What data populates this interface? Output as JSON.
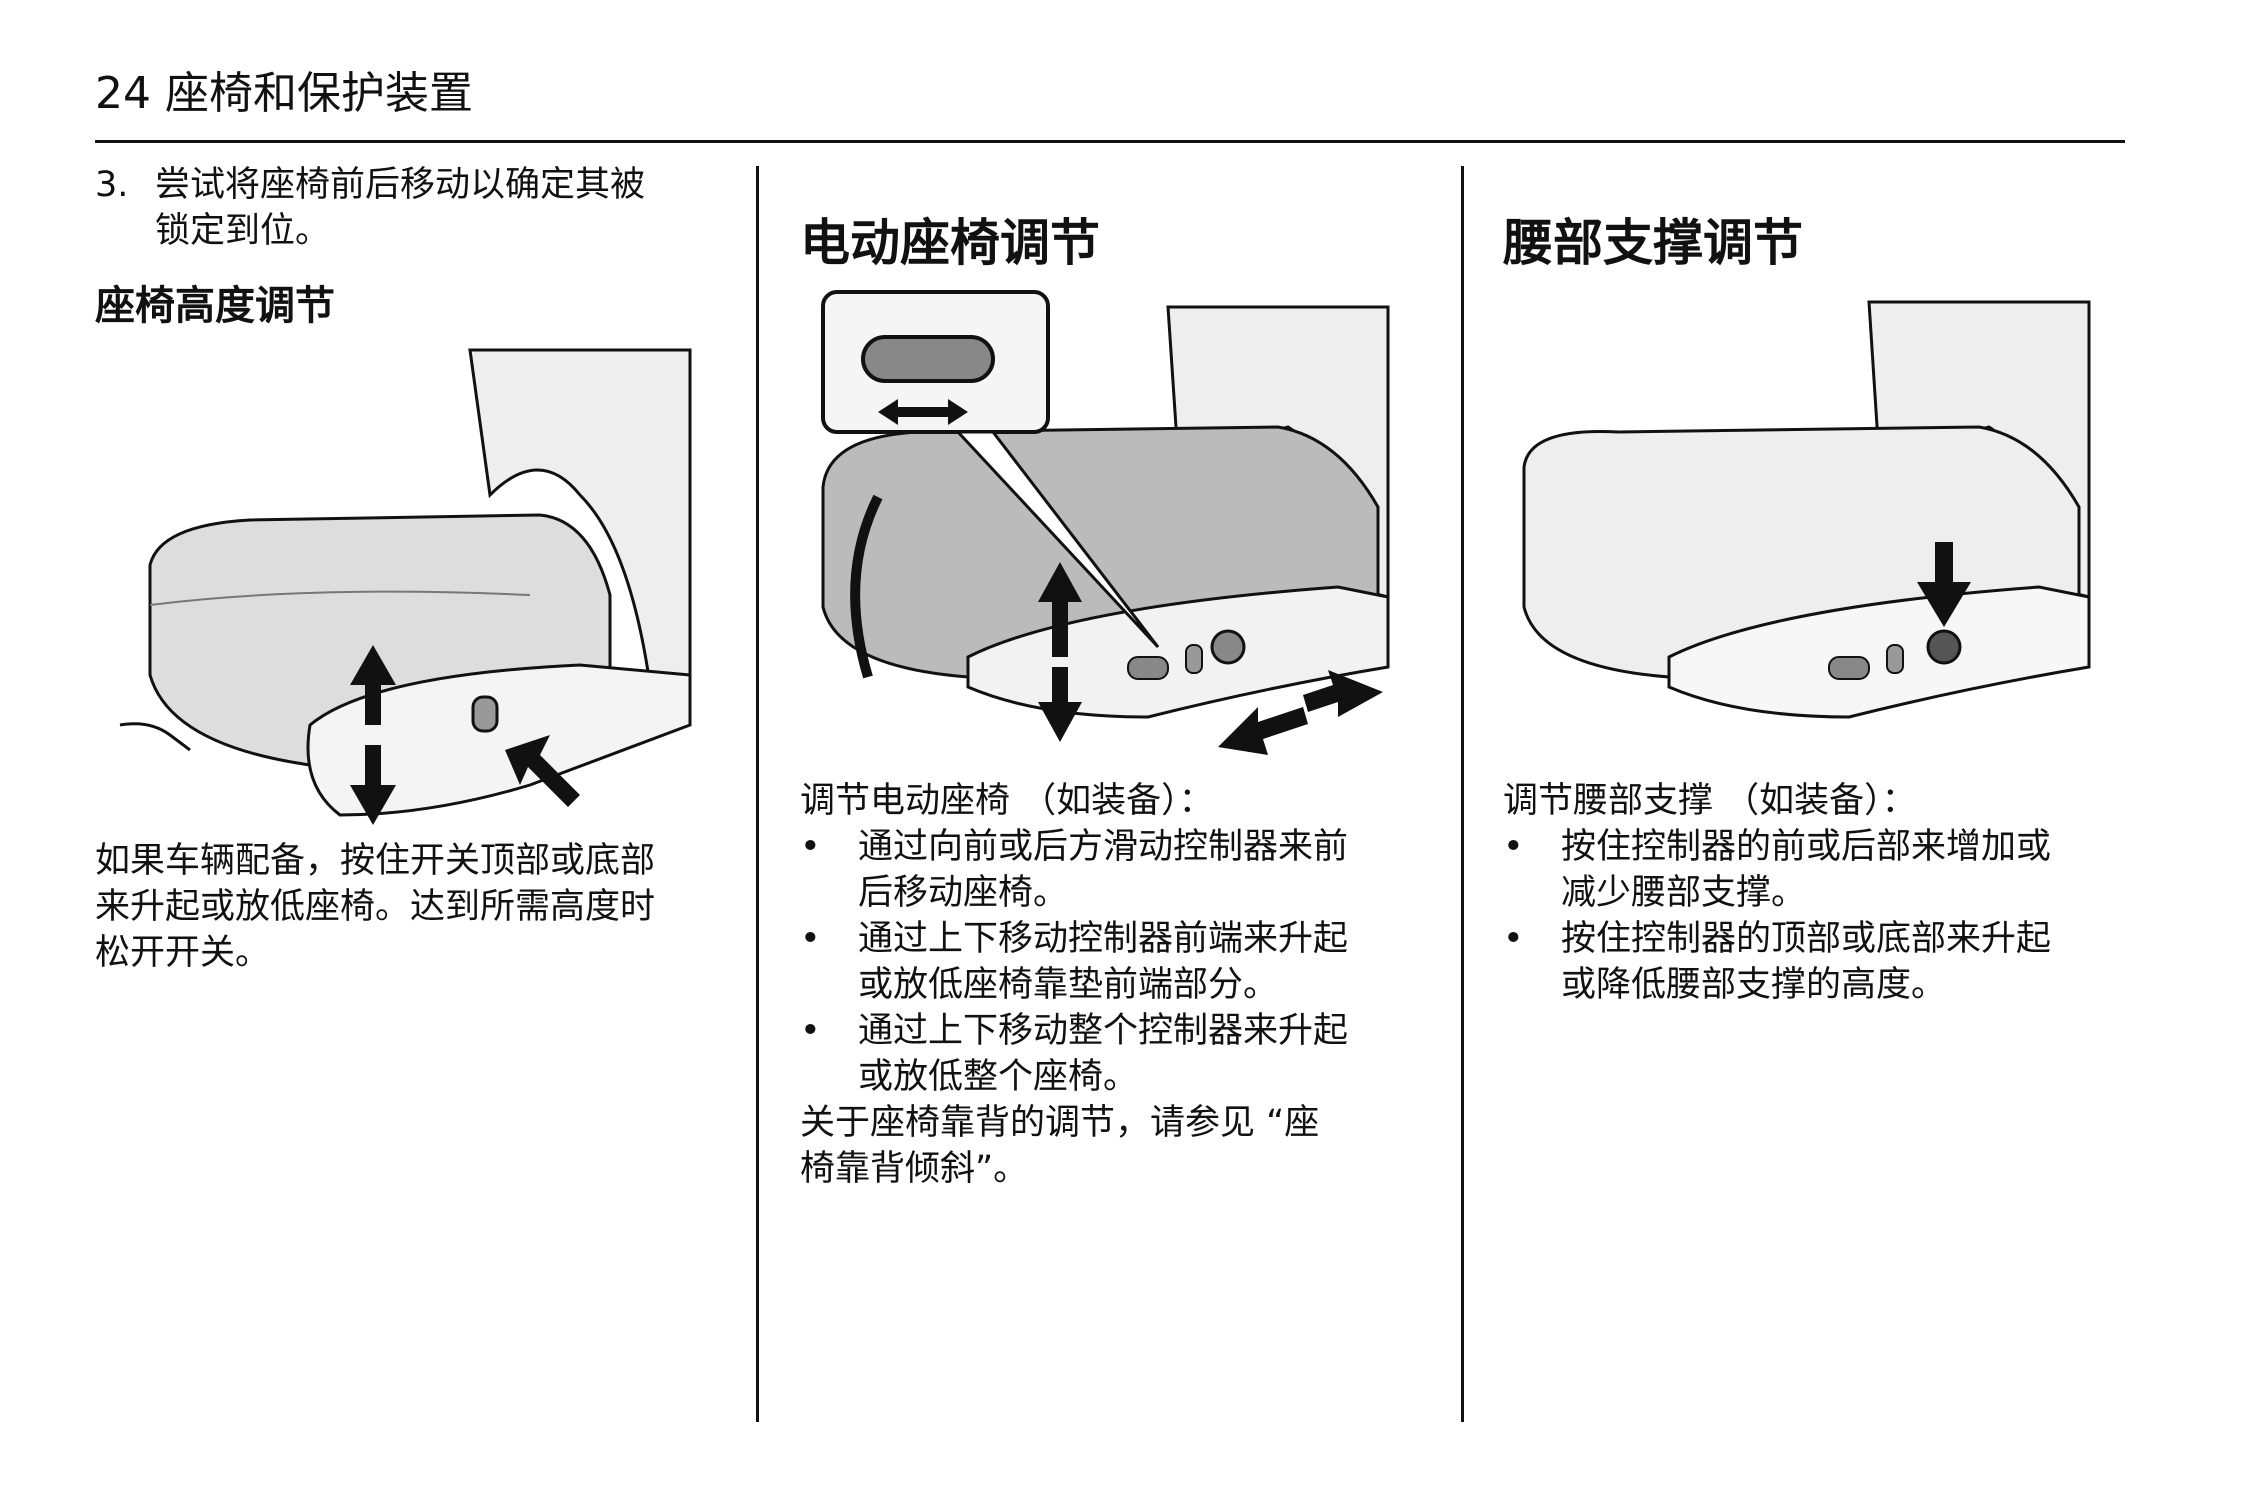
{
  "header": {
    "page_number": "24",
    "section_title": "座椅和保护装置"
  },
  "col1": {
    "step_number": "3.",
    "step_text_line1": "尝试将座椅前后移动以确定其被",
    "step_text_line2": "锁定到位。",
    "heading": "座椅高度调节",
    "paragraph_lines": [
      "如果车辆配备，按住开关顶部或底部",
      "来升起或放低座椅。达到所需高度时",
      "松开开关。"
    ]
  },
  "col2": {
    "heading": "电动座椅调节",
    "intro": "调节电动座椅 （如装备）：",
    "bullets": [
      {
        "l1": "通过向前或后方滑动控制器来前",
        "l2": "后移动座椅。"
      },
      {
        "l1": "通过上下移动控制器前端来升起",
        "l2": "或放低座椅靠垫前端部分。"
      },
      {
        "l1": "通过上下移动整个控制器来升起",
        "l2": "或放低整个座椅。"
      }
    ],
    "note_lines": [
      "关于座椅靠背的调节，请参见  “座",
      "椅靠背倾斜”。"
    ]
  },
  "col3": {
    "heading": "腰部支撑调节",
    "intro": "调节腰部支撑 （如装备）：",
    "bullets": [
      {
        "l1": "按住控制器的前或后部来增加或",
        "l2": "减少腰部支撑。"
      },
      {
        "l1": "按住控制器的顶部或底部来升起",
        "l2": "或降低腰部支撑的高度。"
      }
    ]
  },
  "bullet_char": "•"
}
